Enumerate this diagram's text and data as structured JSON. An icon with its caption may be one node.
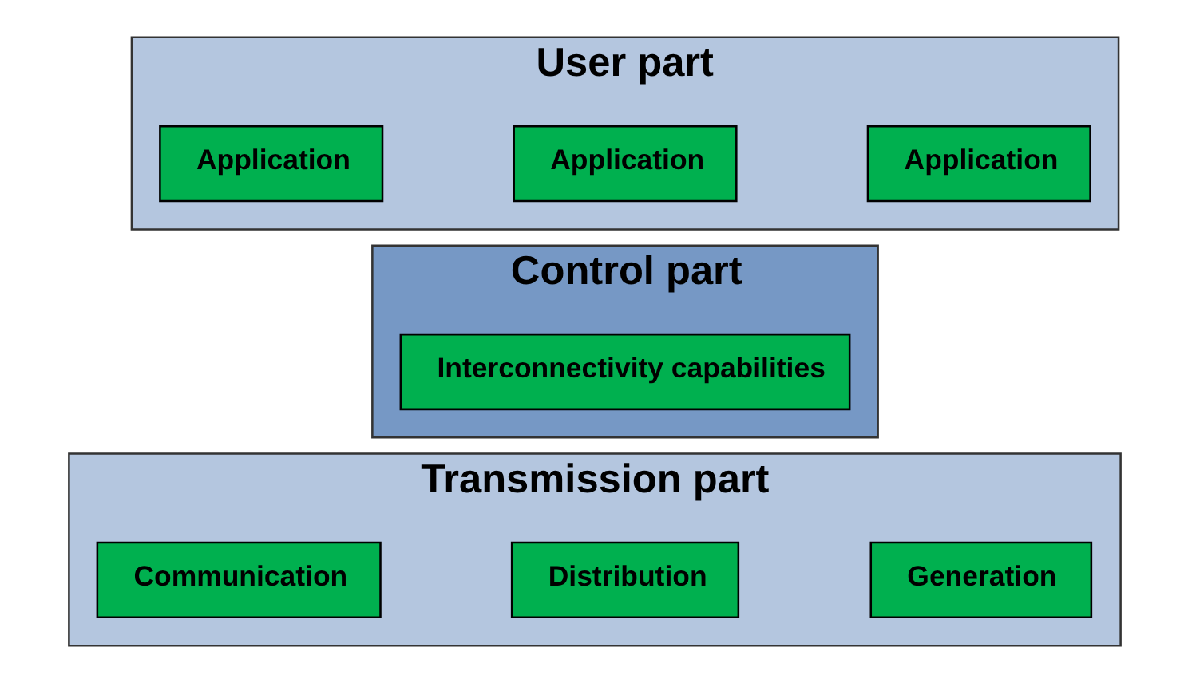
{
  "diagram": {
    "nodes": [
      {
        "text": [
          "User part"
        ]
      },
      {
        "text": [
          "Application"
        ],
        "in": 0
      },
      {
        "text": [
          "Application"
        ],
        "in": 0
      },
      {
        "text": [
          "Application"
        ],
        "in": 0
      },
      {
        "text": [
          "Control part"
        ]
      },
      {
        "text": [
          "Interconnectivity capabilities"
        ],
        "in": 4
      },
      {
        "text": [
          "Transmission part"
        ]
      },
      {
        "text": [
          "Communication"
        ],
        "in": 6
      },
      {
        "text": [
          "Distribution"
        ],
        "in": 6
      },
      {
        "text": [
          "Generation"
        ],
        "in": 6
      }
    ],
    "edges": []
  }
}
